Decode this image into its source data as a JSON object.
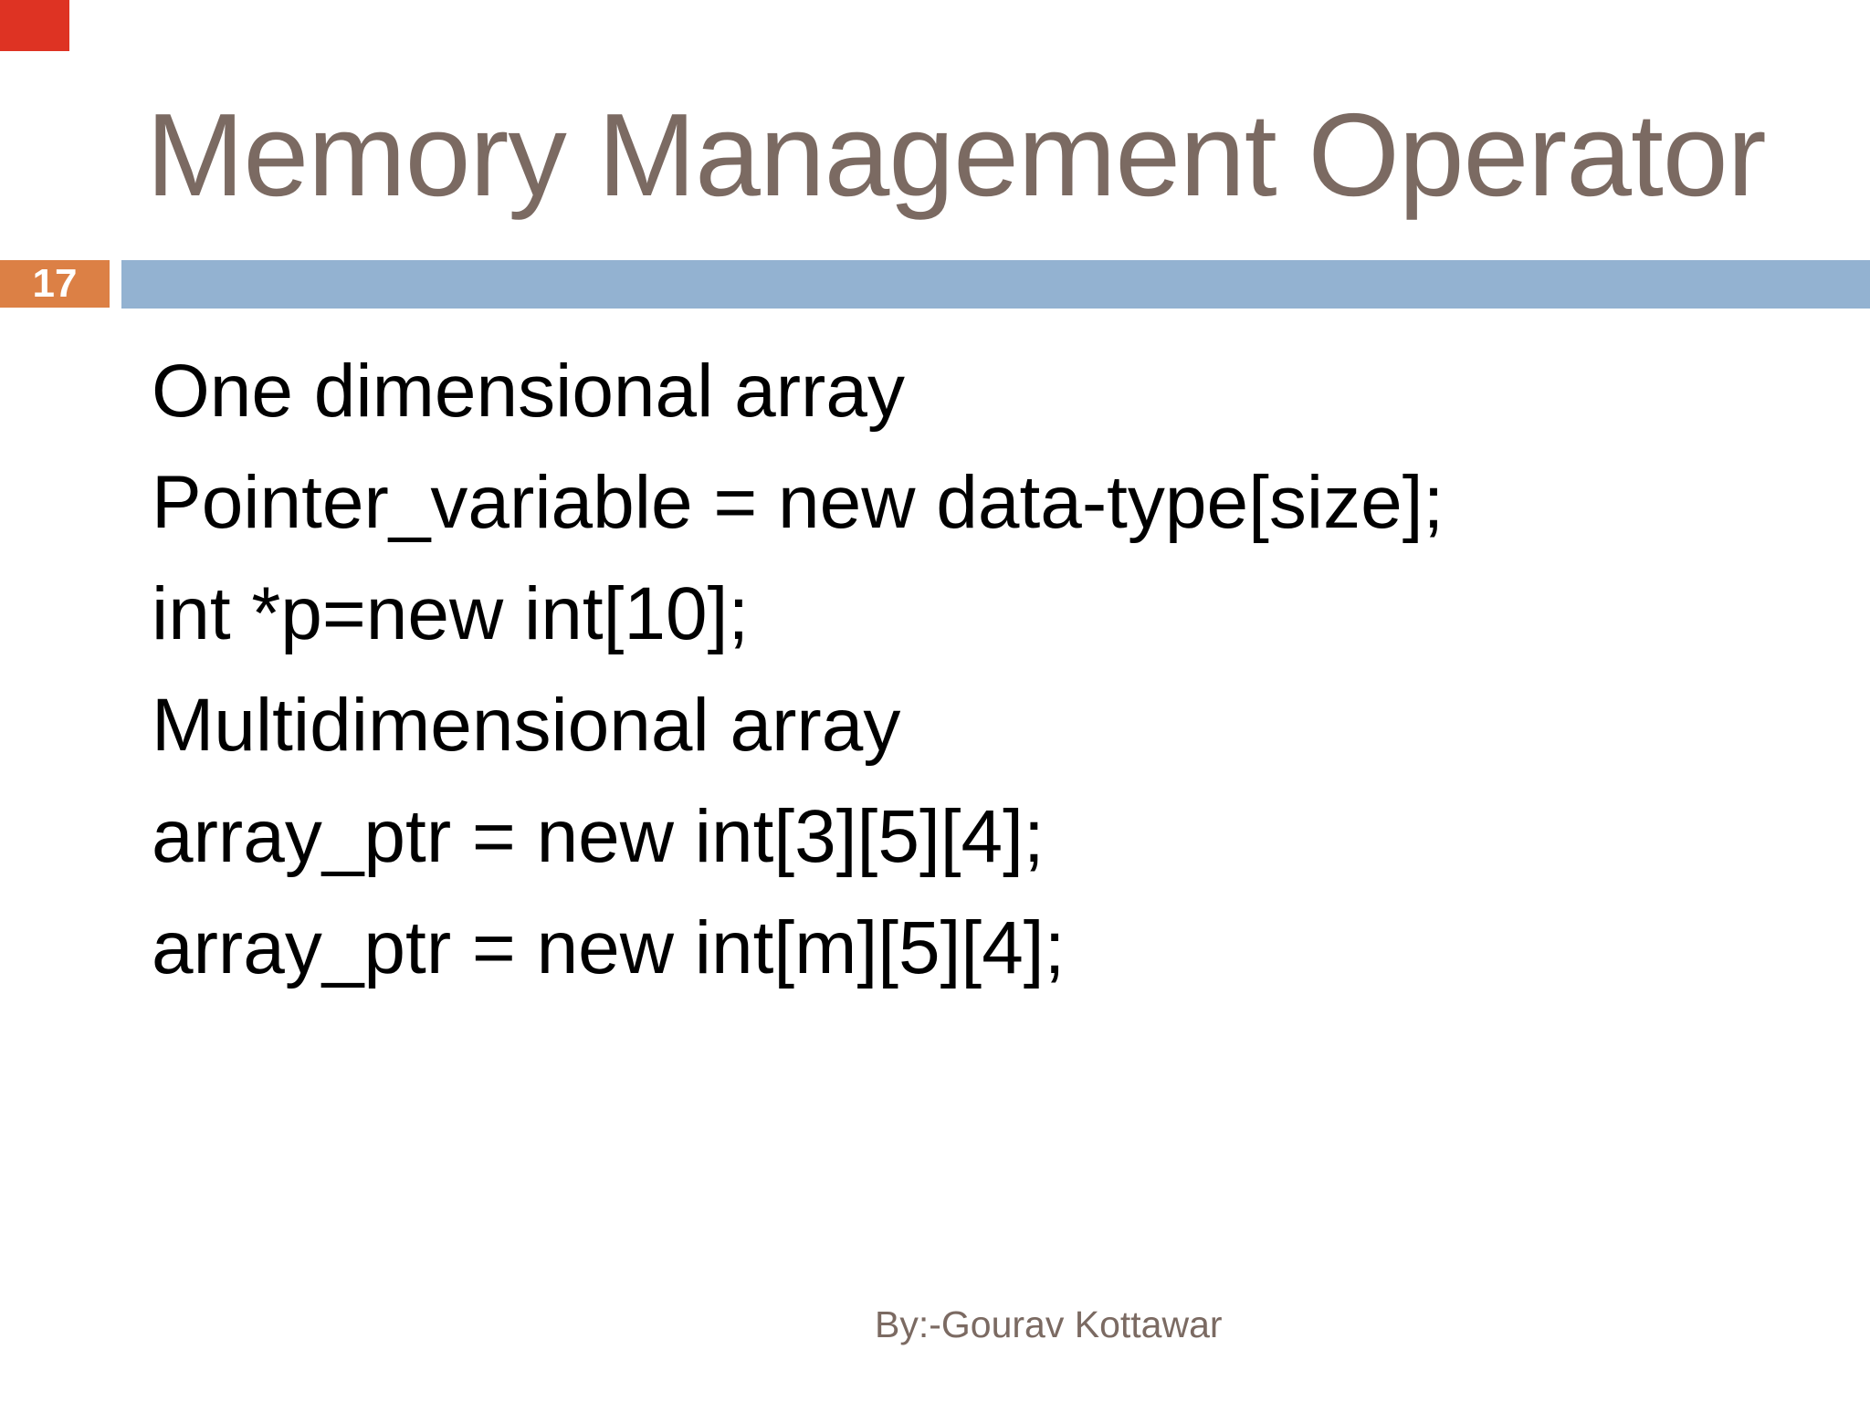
{
  "slide": {
    "title": "Memory Management Operator",
    "page_number": "17",
    "body_lines": [
      "One dimensional array",
      "Pointer_variable = new data-type[size];",
      "int *p=new int[10];",
      "Multidimensional array",
      "array_ptr = new int[3][5][4];",
      "array_ptr = new int[m][5][4];"
    ],
    "footer": "By:-Gourav Kottawar"
  },
  "colors": {
    "page_badge_orange": "#dc8045",
    "divider_blue": "#93b2d1",
    "title_brown": "#7b6a62",
    "body_text_black": "#000000",
    "corner_marker_red": "#de3323",
    "background_white": "#ffffff"
  }
}
